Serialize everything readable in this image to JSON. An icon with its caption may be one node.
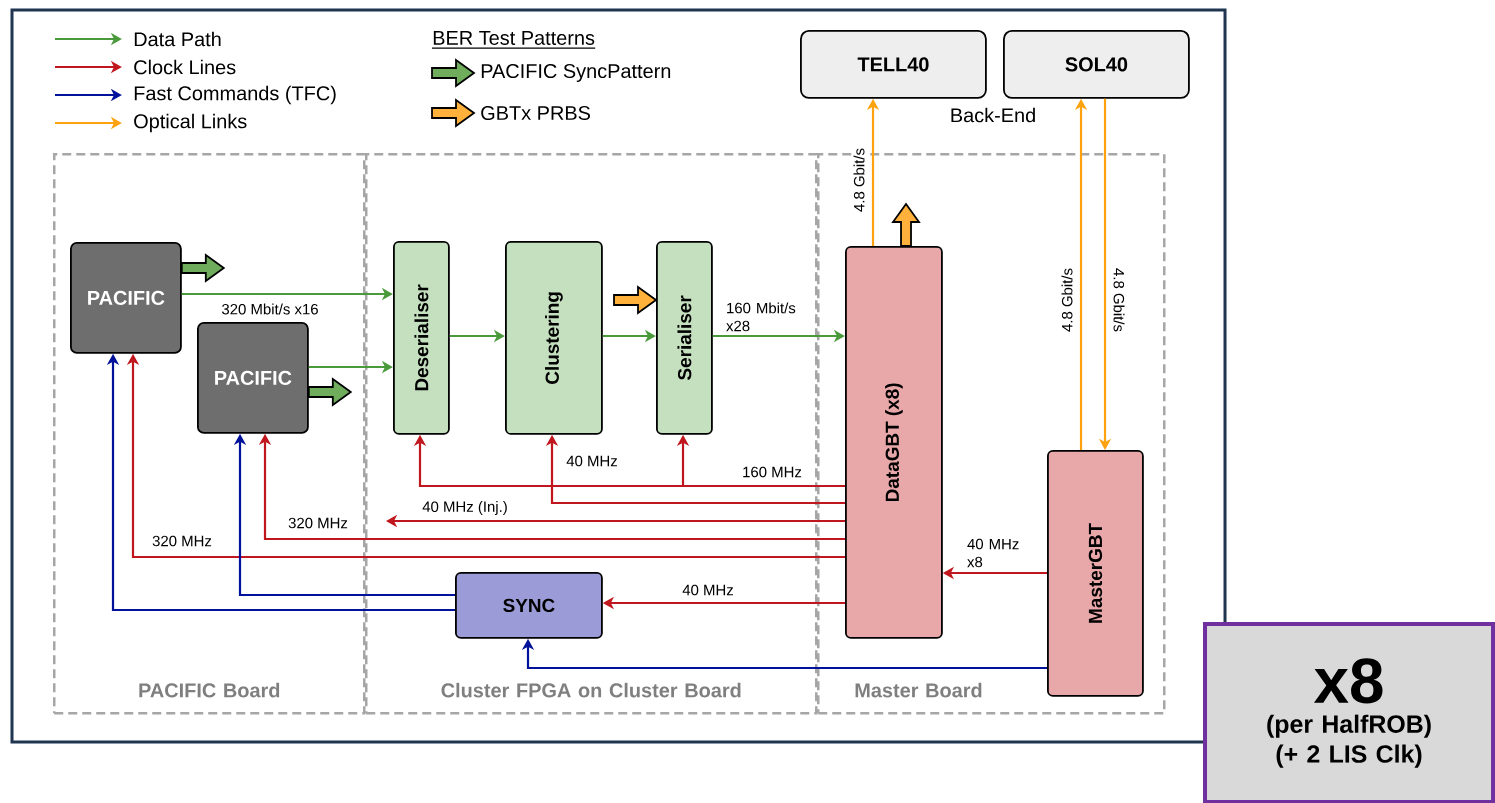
{
  "diagram": {
    "nodes": [
      {
        "text": [
          "PACIFIC Board"
        ]
      },
      {
        "text": [
          "PACIFIC"
        ],
        "in": 0
      },
      {
        "text": [
          "PACIFIC"
        ],
        "in": 0
      },
      {
        "text": [
          "Cluster FPGA on Cluster Board"
        ]
      },
      {
        "text": [
          "Deserialiser"
        ],
        "in": 3
      },
      {
        "text": [
          "Clustering"
        ],
        "in": 3
      },
      {
        "text": [
          "Serialiser"
        ],
        "in": 3
      },
      {
        "text": [
          "SYNC"
        ],
        "in": 3
      },
      {
        "text": [
          "Master Board"
        ]
      },
      {
        "text": [
          "DataGBT (x8)"
        ],
        "in": 8
      },
      {
        "text": [
          "MasterGBT"
        ],
        "in": 8
      },
      {
        "text": [
          "TELL40"
        ]
      },
      {
        "text": [
          "SOL40"
        ]
      },
      {
        "text": [
          "x8",
          "(per HalfROB) (+ 2 LIS Clk)"
        ]
      }
    ],
    "edges": [
      {
        "from": 1,
        "to": 4,
        "arrow": "to",
        "label": "320 Mbit/s x16",
        "color": "#4a9a3c"
      },
      {
        "from": 2,
        "to": 4,
        "arrow": "to",
        "color": "#4a9a3c"
      },
      {
        "from": 4,
        "to": 5,
        "arrow": "to",
        "color": "#4a9a3c"
      },
      {
        "from": 5,
        "to": 6,
        "arrow": "to",
        "color": "#4a9a3c"
      },
      {
        "from": 6,
        "to": 9,
        "arrow": "to",
        "label": "160 Mbit/s x28",
        "color": "#4a9a3c"
      },
      {
        "from": 9,
        "to": 6,
        "arrow": "to",
        "label": "160 MHz"
      },
      {
        "from": 9,
        "to": 4,
        "arrow": "to"
      },
      {
        "from": 9,
        "to": 5,
        "arrow": "to",
        "label": "40 MHz"
      },
      {
        "from": 9,
        "to": null,
        "arrow": "to",
        "label": "40 MHz (Inj.)"
      },
      {
        "from": 9,
        "to": 2,
        "arrow": "to",
        "label": "320 MHz"
      },
      {
        "from": 9,
        "to": 1,
        "arrow": "to",
        "label": "320 MHz"
      },
      {
        "from": 9,
        "to": 7,
        "arrow": "to",
        "label": "40 MHz"
      },
      {
        "from": 10,
        "to": 9,
        "arrow": "to",
        "label": "40 MHz x8"
      },
      {
        "from": 7,
        "to": 1,
        "arrow": "to",
        "color": "#00119a"
      },
      {
        "from": 7,
        "to": 2,
        "arrow": "to",
        "color": "#00119a"
      },
      {
        "from": 10,
        "to": 7,
        "arrow": "to",
        "color": "#00119a"
      },
      {
        "from": 9,
        "to": 11,
        "arrow": "to",
        "label": "4.8 Gbit/s",
        "color": "#ffa20f"
      },
      {
        "from": 10,
        "to": 12,
        "arrow": "to",
        "label": "4.8 Gbit/s",
        "color": "#ffa20f"
      },
      {
        "from": 12,
        "to": 10,
        "arrow": "to",
        "label": "4.8 Gbit/s",
        "color": "#ffa20f"
      },
      {
        "from": 1,
        "to": null,
        "arrow": "to",
        "style": "thick",
        "color": "#6fac5c"
      },
      {
        "from": 2,
        "to": null,
        "arrow": "to",
        "style": "thick",
        "color": "#6fac5c"
      },
      {
        "from": null,
        "to": 6,
        "arrow": "to",
        "style": "thick",
        "color": "#ffb13b"
      },
      {
        "from": 9,
        "to": null,
        "arrow": "to",
        "style": "thick",
        "color": "#ffb13b"
      }
    ],
    "labels": [
      "BER Test Patterns",
      "Back-End"
    ],
    "legend": [
      {
        "text": "Data Path",
        "color": "#4a9a3c"
      },
      {
        "text": "Clock Lines",
        "color": "#c0171e"
      },
      {
        "text": "Fast Commands (TFC)",
        "color": "#00119a"
      },
      {
        "text": "Optical Links",
        "color": "#ffa20f"
      },
      {
        "text": "PACIFIC SyncPattern",
        "color": "#6fac5c"
      },
      {
        "text": "GBTx PRBS",
        "color": "#ffb13b"
      }
    ]
  }
}
